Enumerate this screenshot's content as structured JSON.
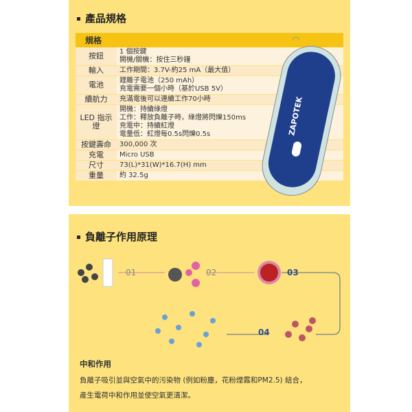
{
  "spec": {
    "title": "產品規格",
    "header": "規格",
    "rows": [
      {
        "k": "按鈕",
        "v": [
          "1 個按鍵",
          "開機/關機：按住三秒鐘"
        ]
      },
      {
        "k": "輸入",
        "v": [
          "工作期間：3.7V-約25 mA（最大值）"
        ]
      },
      {
        "k": "電池",
        "v": [
          "鋰離子電池（250 mAh）",
          "充電需要一個小時（基於USB 5V）"
        ]
      },
      {
        "k": "續航力",
        "v": [
          "充滿電後可以連續工作70小時"
        ]
      },
      {
        "k": "LED 指示燈",
        "v": [
          "開機：持續綠燈",
          "工作：釋放負離子時，綠燈將閃爍150ms",
          "充電中：持續紅燈",
          "電量低：紅燈每0.5s閃爍0.5s"
        ]
      },
      {
        "k": "按鍵壽命",
        "v": [
          "300,000 次"
        ]
      },
      {
        "k": "充電",
        "v": [
          "Micro USB"
        ]
      },
      {
        "k": "尺寸",
        "v": [
          "73(L)*31(W)*16.7(H) mm"
        ]
      },
      {
        "k": "重量",
        "v": [
          "約 32.5g"
        ]
      }
    ],
    "brand": "ZAPOTEK"
  },
  "principle": {
    "title": "負離子作用原理",
    "steps": [
      "01",
      "02",
      "03",
      "04"
    ],
    "subtitle": "中和作用",
    "desc1": "負離子吸引並與空氣中的污染物 (例如粉塵，花粉煙霧和PM2.5) 結合，",
    "desc2": "產生電荷中和作用並使空氣更清潔。"
  }
}
